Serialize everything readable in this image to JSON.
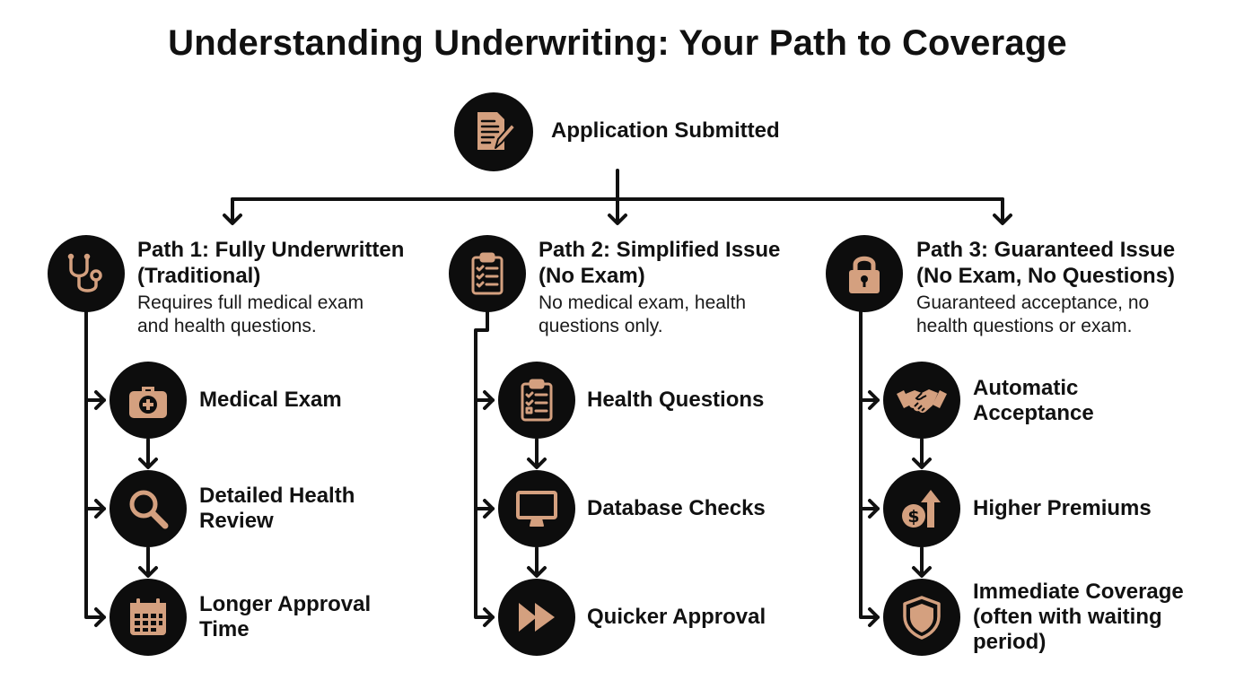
{
  "title": "Understanding Underwriting: Your Path to Coverage",
  "colors": {
    "icon_bg": "#0d0d0d",
    "icon_fg": "#d4a07f",
    "line": "#111111"
  },
  "start": {
    "label": "Application Submitted",
    "icon": "document-pen-icon"
  },
  "paths": [
    {
      "title_line1": "Path 1: Fully Underwritten",
      "title_line2": "(Traditional)",
      "desc_line1": "Requires full medical exam",
      "desc_line2": "and health questions.",
      "icon": "stethoscope-icon",
      "steps": [
        {
          "line1": "Medical Exam",
          "line2": "",
          "icon": "medical-kit-icon"
        },
        {
          "line1": "Detailed Health",
          "line2": "Review",
          "icon": "magnifier-icon"
        },
        {
          "line1": "Longer Approval",
          "line2": "Time",
          "icon": "calendar-icon"
        }
      ]
    },
    {
      "title_line1": "Path 2: Simplified Issue",
      "title_line2": "(No Exam)",
      "desc_line1": "No medical exam, health",
      "desc_line2": "questions only.",
      "icon": "clipboard-checklist-icon",
      "steps": [
        {
          "line1": "Health Questions",
          "line2": "",
          "icon": "clipboard-icon"
        },
        {
          "line1": "Database Checks",
          "line2": "",
          "icon": "monitor-icon"
        },
        {
          "line1": "Quicker Approval",
          "line2": "",
          "icon": "fast-forward-icon"
        }
      ]
    },
    {
      "title_line1": "Path 3: Guaranteed Issue",
      "title_line2": "(No Exam, No Questions)",
      "desc_line1": "Guaranteed acceptance, no",
      "desc_line2": "health questions or exam.",
      "icon": "padlock-icon",
      "steps": [
        {
          "line1": "Automatic",
          "line2": "Acceptance",
          "icon": "handshake-icon"
        },
        {
          "line1": "Higher Premiums",
          "line2": "",
          "icon": "dollar-arrow-up-icon"
        },
        {
          "line1": "Immediate Coverage",
          "line2": "(often with waiting",
          "line3": "period)",
          "icon": "shield-icon"
        }
      ]
    }
  ]
}
